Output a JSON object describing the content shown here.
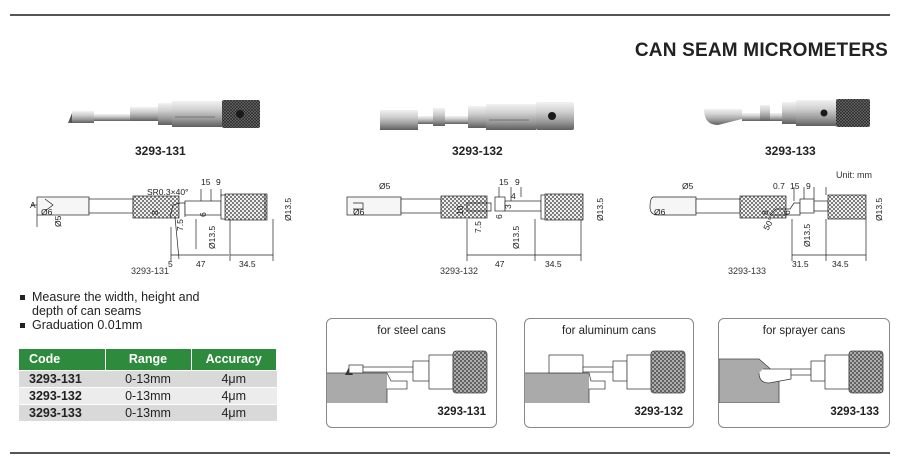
{
  "page_title": "CAN SEAM MICROMETERS",
  "unit_note": "Unit: mm",
  "products": [
    {
      "code": "3293-131"
    },
    {
      "code": "3293-132"
    },
    {
      "code": "3293-133"
    }
  ],
  "drawings": [
    {
      "caption": "3293-131",
      "dims": {
        "sr": "SR0.3×40°",
        "a": "A",
        "d6": "Ø6",
        "d5": "Ø5",
        "d135_side": "Ø13.5",
        "d135_main": "Ø13.5",
        "d15": "15",
        "d9": "9",
        "d8": "8",
        "d75": "7.5",
        "d6b": "6",
        "d5b": "5",
        "d47": "47",
        "d345": "34.5"
      }
    },
    {
      "caption": "3293-132",
      "dims": {
        "d5": "Ø5",
        "d6": "Ø6",
        "d135_side": "Ø13.5",
        "d135_main": "Ø13.5",
        "d15": "15",
        "d9": "9",
        "d4": "4",
        "d10": "10",
        "d75": "7.5",
        "d6b": "6",
        "d3": "3",
        "d47": "47",
        "d345": "34.5"
      }
    },
    {
      "caption": "3293-133",
      "dims": {
        "d5": "Ø5",
        "d6": "Ø6",
        "d135_side": "Ø13.5",
        "d135_main": "Ø13.5",
        "d07": "0.7",
        "d15": "15",
        "d9": "9",
        "d8": "8",
        "d6b": "6",
        "d50": "50°",
        "d315": "31.5",
        "d345": "34.5"
      }
    }
  ],
  "features": [
    "Measure the width, height and depth of can seams",
    "Graduation 0.01mm"
  ],
  "spec_table": {
    "headers": [
      "Code",
      "Range",
      "Accuracy"
    ],
    "rows": [
      [
        "3293-131",
        "0-13mm",
        "4μm"
      ],
      [
        "3293-132",
        "0-13mm",
        "4μm"
      ],
      [
        "3293-133",
        "0-13mm",
        "4μm"
      ]
    ]
  },
  "applications": [
    {
      "label": "for steel cans",
      "code": "3293-131"
    },
    {
      "label": "for aluminum cans",
      "code": "3293-132"
    },
    {
      "label": "for sprayer cans",
      "code": "3293-133"
    }
  ],
  "colors": {
    "table_header": "#2e8b3e",
    "row_odd": "#d9d9d9",
    "row_even": "#ececec",
    "rule": "#555555"
  }
}
